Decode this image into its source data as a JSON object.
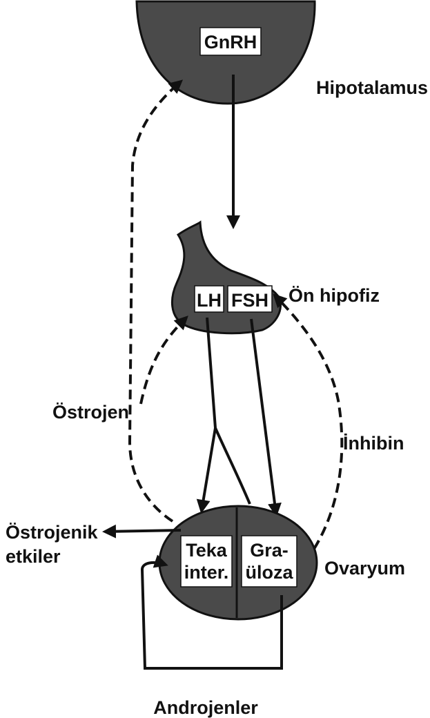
{
  "diagram": {
    "hypothalamus": {
      "hormone": "GnRH",
      "label": "Hipotalamus"
    },
    "pituitary": {
      "hormone_lh": "LH",
      "hormone_fsh": "FSH",
      "label": "Ön hipofiz"
    },
    "ovary": {
      "cell_teka_line1": "Teka",
      "cell_teka_line2": "inter.",
      "cell_granulosa_line1": "Gra-",
      "cell_granulosa_line2": "üloza",
      "label": "Ovaryum"
    },
    "feedback": {
      "estrogen": "Östrojen",
      "inhibin": "İnhibin",
      "estrogenic_effects_line1": "Östrojenik",
      "estrogenic_effects_line2": "etkiler",
      "androgens": "Androjenler"
    }
  }
}
